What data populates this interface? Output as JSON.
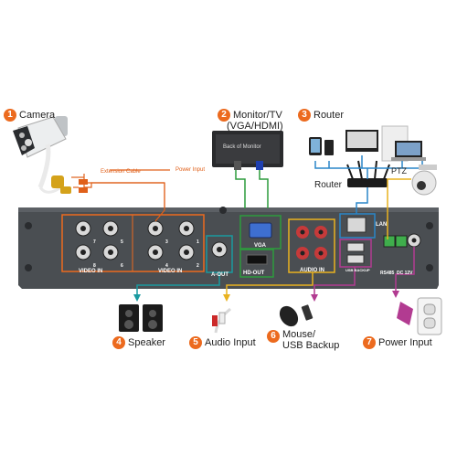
{
  "callouts": [
    {
      "num": "1",
      "label": "Camera"
    },
    {
      "num": "2",
      "label": "Monitor/TV",
      "label2": "(VGA/HDMI)"
    },
    {
      "num": "3",
      "label": "Router"
    },
    {
      "num": "4",
      "label": "Speaker"
    },
    {
      "num": "5",
      "label": "Audio Input"
    },
    {
      "num": "6",
      "label": "Mouse/",
      "label2": "USB Backup"
    },
    {
      "num": "7",
      "label": "Power Input"
    }
  ],
  "monitor_screen_text": "Back of Monitor",
  "cable_labels": {
    "extension": "Extension Cable",
    "power": "Power Input"
  },
  "device_labels": {
    "router": "Router",
    "ptz": "PTZ"
  },
  "panel_labels": {
    "video_in_left": "VIDEO IN",
    "video_in_right": "VIDEO IN",
    "a_out": "A-OUT",
    "vga": "VGA",
    "hd_out": "HD-OUT",
    "audio_in": "AUDIO IN",
    "lan": "LAN",
    "usb_backup": "USB BACKUP",
    "rs485": "RS485",
    "dc12v": "DC 12V"
  },
  "channel_numbers": [
    "7",
    "5",
    "3",
    "1",
    "8",
    "6",
    "4",
    "2"
  ],
  "colors": {
    "accent_orange": "#ec6a1e",
    "line_teal": "#1a9aa0",
    "line_yellow": "#e9b21f",
    "line_green": "#2c9c3c",
    "line_magenta": "#b23b91",
    "line_blue": "#2a86c8",
    "panel": "#4a4e52"
  }
}
